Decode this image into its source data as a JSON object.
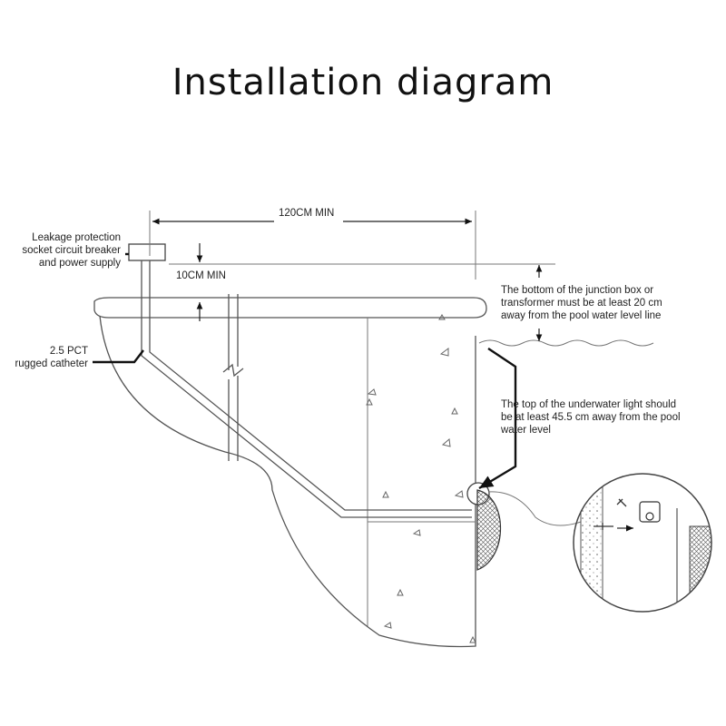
{
  "title": "Installation diagram",
  "labels": {
    "leakage": [
      "Leakage protection",
      "socket circuit breaker",
      "and power supply"
    ],
    "catheter": [
      "2.5 PCT",
      "rugged catheter"
    ],
    "junction": [
      "The bottom of the junction box or",
      "transformer must be at least 20 cm",
      "away from the pool water level line"
    ],
    "light": [
      "The top of the underwater light should",
      "be at least 45.5 cm away from the pool",
      "water level"
    ]
  },
  "dimensions": {
    "horizontal": "120CM  MIN",
    "vertical": "10CM  MIN"
  }
}
